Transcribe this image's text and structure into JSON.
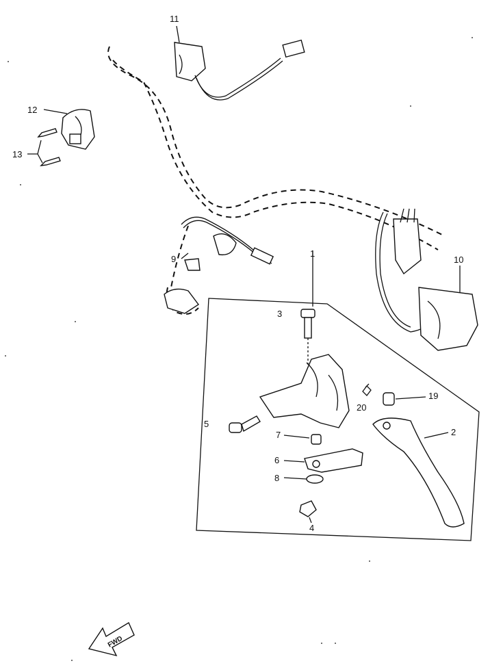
{
  "labels": {
    "p1": "1",
    "p2": "2",
    "p3": "3",
    "p4": "4",
    "p5": "5",
    "p6": "6",
    "p7": "7",
    "p8": "8",
    "p9": "9",
    "p10": "10",
    "p11": "11",
    "p12": "12",
    "p13": "13",
    "p19": "19",
    "p20": "20"
  },
  "arrow": {
    "text": "FWD"
  }
}
